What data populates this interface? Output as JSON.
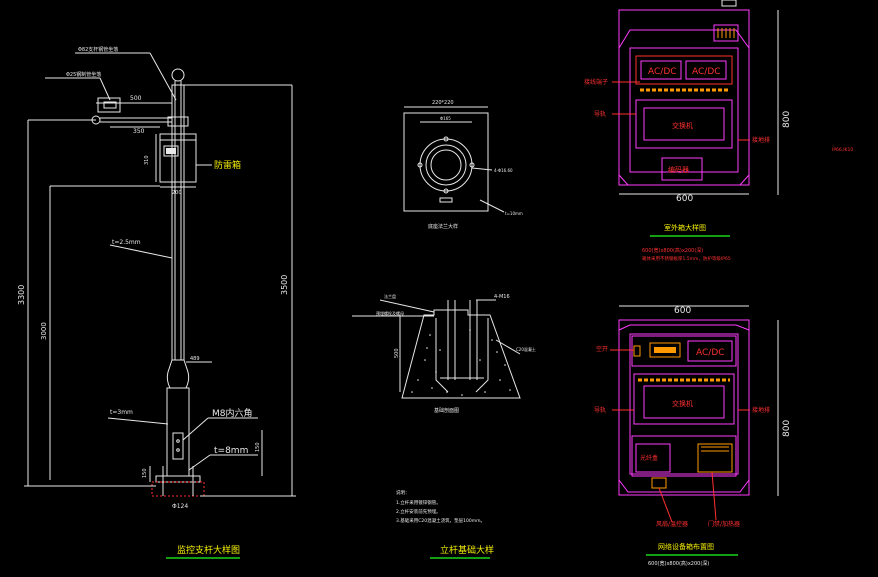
{
  "pole_drawing": {
    "title": "监控支杆大样图",
    "note_phi82": "Φ82支杆钢管坐落",
    "note_phi25": "Φ25钢制管坐落",
    "dim_500": "500",
    "dim_350": "350",
    "dim_310": "310",
    "dim_200": "200",
    "box_label": "防雷箱",
    "dim_3500": "3500",
    "dim_3300": "3300",
    "dim_3000": "3000",
    "wall_t1": "t=2.5mm",
    "dim_489": "489",
    "wall_t2": "t=3mm",
    "bolt_label": "M8内六角",
    "plate_t": "t=8mm",
    "dim_150a": "150",
    "dim_150b": "150",
    "base_label": "Φ124"
  },
  "flange_drawing": {
    "dim_top": "220*220",
    "inner": "Φ165",
    "bolt_callout": "4-Φ16.60",
    "plate_callout": "t=10mm",
    "caption": "底座法兰大样"
  },
  "foundation_drawing": {
    "title": "立杆基础大样",
    "label_a": "法兰盘",
    "label_b": "预埋螺栓及螺母",
    "callout_top": "4-M16",
    "label_c": "C20混凝土",
    "dim_500": "500",
    "caption": "基础剖面图",
    "notes_title": "说明：",
    "notes": [
      "1.立杆采用镀锌钢管。",
      "2.立杆安装前先预埋。",
      "3.基础采用C20混凝土浇筑，垫层100mm。"
    ]
  },
  "cabinet1": {
    "title": "室外箱大样图",
    "label_terminal": "接线端子",
    "label_rail": "导轨",
    "label_ground": "接地排",
    "acdc1": "AC/DC",
    "acdc2": "AC/DC",
    "switch": "交换机",
    "encoder": "编码器",
    "dim_width": "600",
    "dim_height": "800",
    "spec_line1": "600(宽)x800(高)x200(深)",
    "spec_line2": "箱体采用不锈钢板厚1.5mm，防护等级IP65",
    "side_note": "IP66,IK10"
  },
  "cabinet2": {
    "title": "网络设备箱布置图",
    "label_outlet": "空开",
    "label_rail": "导轨",
    "label_ground": "接地排",
    "acdc": "AC/DC",
    "switch": "交换机",
    "fiber_box": "光纤盒",
    "label_fan": "风扇/温控器",
    "label_door": "门禁/加热器",
    "dim_width": "600",
    "dim_height": "800",
    "spec_line": "600(宽)x800(高)x200(深)"
  },
  "colors": {
    "background": "#000000",
    "line_white": "#e8e8e8",
    "line_magenta": "#ff3cff",
    "line_red": "#ff3030",
    "text_yellow": "#f5f000",
    "underline_green": "#19d419"
  }
}
